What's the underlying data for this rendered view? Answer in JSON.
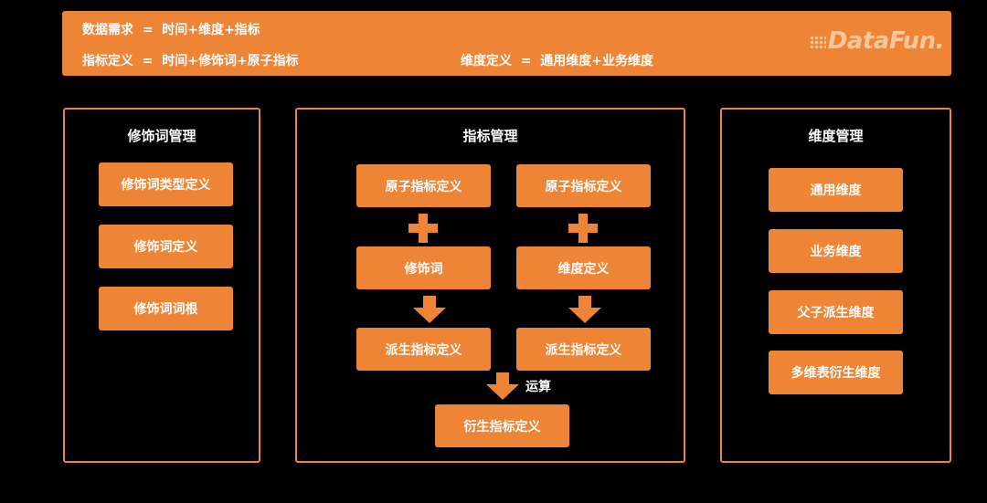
{
  "banner": {
    "line1": "数据需求  =  时间+维度+指标",
    "line2a": "指标定义  =  时间+修饰词+原子指标",
    "line2b": "维度定义  =  通用维度+业务维度",
    "logo": "DataFun."
  },
  "modifier_panel": {
    "title": "修饰词管理",
    "items": [
      "修饰词类型定义",
      "修饰词定义",
      "修饰词词根"
    ]
  },
  "metric_panel": {
    "title": "指标管理",
    "left": {
      "atomic": "原子指标定义",
      "modifier": "修饰词",
      "derived": "派生指标定义"
    },
    "right": {
      "atomic": "原子指标定义",
      "dimension": "维度定义",
      "derived": "派生指标定义"
    },
    "operation_label": "运算",
    "final": "衍生指标定义"
  },
  "dimension_panel": {
    "title": "维度管理",
    "items": [
      "通用维度",
      "业务维度",
      "父子派生维度",
      "多维表衍生维度"
    ]
  },
  "colors": {
    "accent": "#ed8436",
    "background": "#000000",
    "text": "#ffffff"
  }
}
